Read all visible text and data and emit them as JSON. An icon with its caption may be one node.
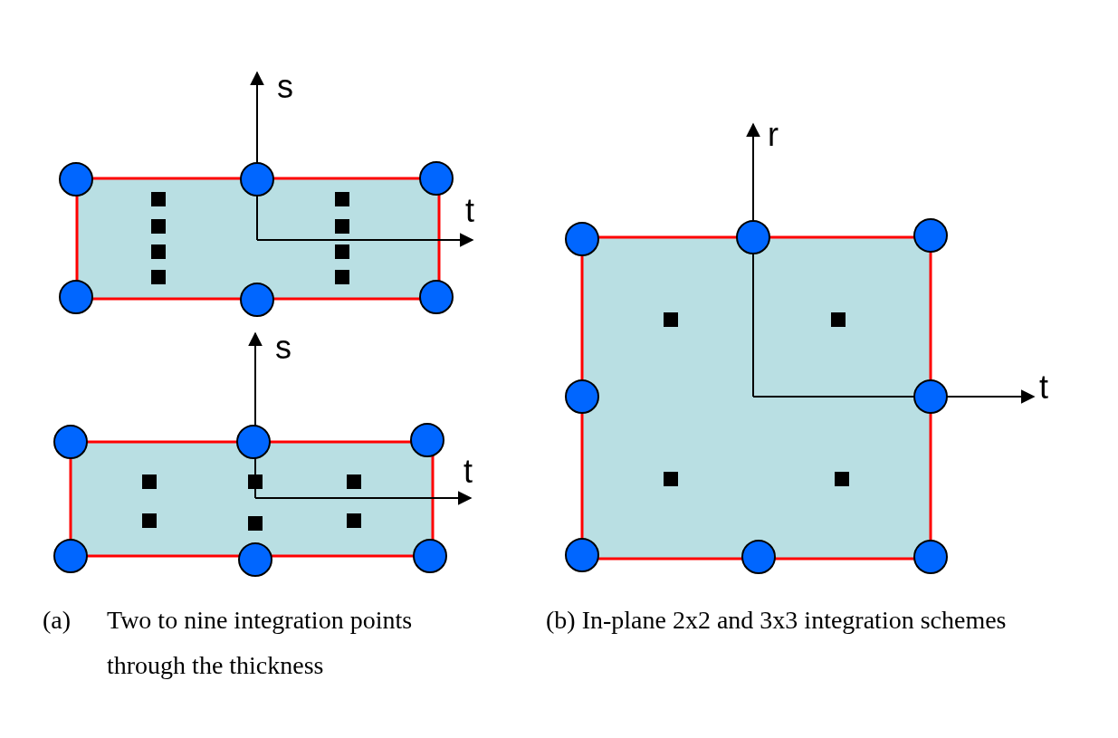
{
  "diagram": {
    "labels": [
      "s",
      "t",
      "s",
      "t",
      "r",
      "t",
      "(a)",
      "Two to nine integration points through the thickness",
      "(b) In-plane 2x2 and 3x3 integration schemes"
    ]
  }
}
